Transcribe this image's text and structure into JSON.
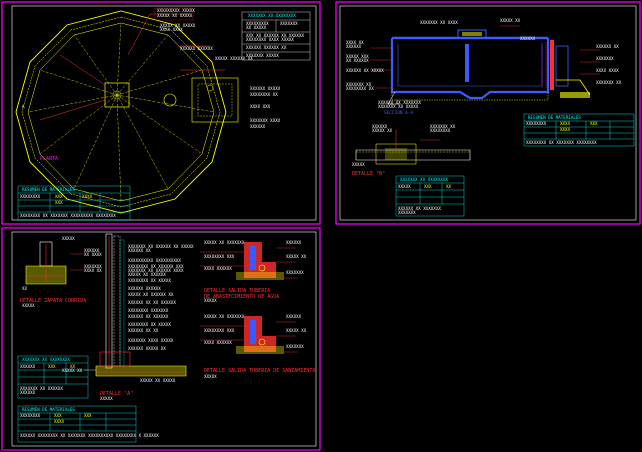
{
  "sheets": {
    "plan": {
      "title": "PLANTA",
      "table_title": "RESUMEN DE MATERIALES"
    },
    "section": {
      "section_title": "SECCION A-A",
      "detail_title": "DETALLE \"B\"",
      "table_title": "RESUMEN DE MATERIALES"
    },
    "details": {
      "footing_title": "DETALLE ZAPATA CORRIDA",
      "detail_a_title": "DETALLE \"A\"",
      "outlet_title_1": "DETALLE SALIDA TUBERIA",
      "outlet_title_2": "DE ABASTECIMIENTO DE AGUA",
      "drain_title": "DETALLE SALIDA TUBERIA DE SANEAMIENTO",
      "table_title": "RESUMEN DE MATERIALES"
    }
  },
  "colors": {
    "background": "#000000",
    "sheet_border": "#ff00ff",
    "inner_border": "#ffffff",
    "plan_lines": "#ffff00",
    "annotation": "#ff3030",
    "section_lines": "#3a5bff",
    "hatch": "#ffff00",
    "table": "#00ffff"
  }
}
